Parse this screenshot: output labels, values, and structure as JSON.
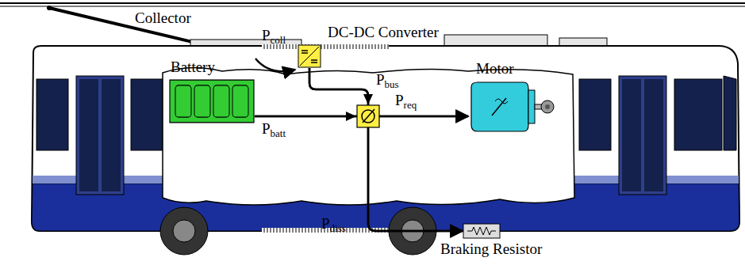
{
  "diagram": {
    "nodes": [
      {
        "text": [
          "Battery"
        ]
      },
      {
        "text": [
          "DC-DC Converter"
        ]
      },
      {
        "text": [
          "Motor"
        ]
      },
      {
        "text": [
          "Braking Resistor"
        ]
      }
    ],
    "edges": [
      {
        "from": 0,
        "to": 2,
        "arrow": "to"
      },
      {
        "from": 1,
        "to": 2,
        "arrow": "to"
      },
      {
        "from": 0,
        "to": 3,
        "arrow": "to"
      },
      {
        "from": 1,
        "to": 3,
        "arrow": "to"
      }
    ],
    "labels": [
      "Collector",
      "Pcoll",
      "Pbus",
      "Pbatt",
      "Preq",
      "Pdiss"
    ]
  }
}
